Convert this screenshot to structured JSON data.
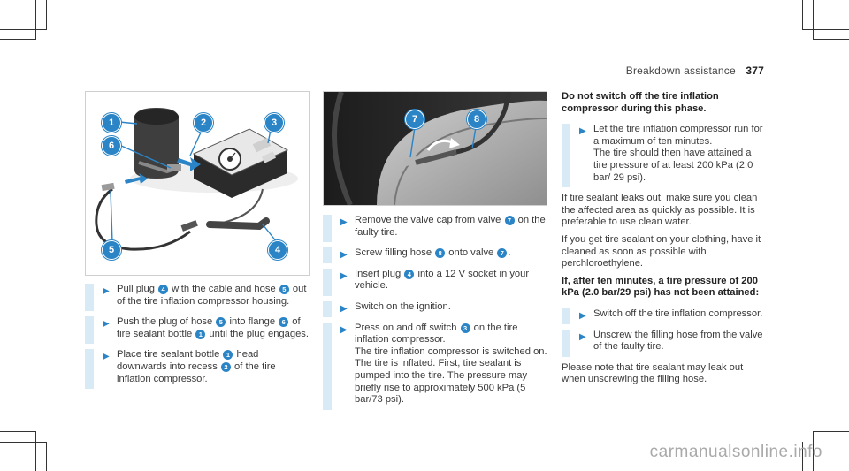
{
  "header": {
    "section": "Breakdown assistance",
    "page": "377"
  },
  "figure1": {
    "callouts": [
      "1",
      "2",
      "3",
      "6",
      "5",
      "4"
    ]
  },
  "figure2": {
    "callouts": [
      "7",
      "8"
    ]
  },
  "col1": {
    "s1": {
      "a": "Pull plug ",
      "b1": "4",
      "b": " with the cable and hose ",
      "b2": "5",
      "c": " out of the tire inflation compressor housing."
    },
    "s2": {
      "a": "Push the plug of hose ",
      "b1": "5",
      "b": " into flange ",
      "b2": "6",
      "c": " of tire sealant bottle ",
      "b3": "1",
      "d": " until the plug engages."
    },
    "s3": {
      "a": "Place tire sealant bottle ",
      "b1": "1",
      "b": " head downwards into recess ",
      "b2": "2",
      "c": " of the tire inflation compressor."
    }
  },
  "col2": {
    "s1": {
      "a": "Remove the valve cap from valve ",
      "b1": "7",
      "b": " on the faulty tire."
    },
    "s2": {
      "a": "Screw filling hose ",
      "b1": "8",
      "b": " onto valve ",
      "b2": "7",
      "c": "."
    },
    "s3": {
      "a": "Insert plug ",
      "b1": "4",
      "b": " into a 12 V socket in your vehicle."
    },
    "s4": {
      "a": "Switch on the ignition."
    },
    "s5": {
      "a": "Press on and off switch ",
      "b1": "3",
      "b": " on the tire inflation compressor.",
      "c": "The tire inflation compressor is switched on. The tire is inflated. First, tire sealant is pumped into the tire. The pressure may briefly rise to approximately 500 kPa (5 bar/73 psi)."
    }
  },
  "col3": {
    "warn": "Do not switch off the tire inflation compressor during this phase.",
    "s1": {
      "a": "Let the tire inflation compressor run for a maximum of ten minutes.",
      "b": "The tire should then have attained a tire pressure of at least 200 kPa (2.0 bar/ 29 psi)."
    },
    "p1": "If tire sealant leaks out, make sure you clean the affected area as quickly as possible. It is preferable to use clean water.",
    "p2": "If you get tire sealant on your clothing, have it cleaned as soon as possible with perchloroethylene.",
    "subhead": "If, after ten minutes, a tire pressure of 200 kPa (2.0 bar/29 psi) has not been attained:",
    "s2": {
      "a": "Switch off the tire inflation compressor."
    },
    "s3": {
      "a": "Unscrew the filling hose from the valve of the faulty tire."
    },
    "p3": "Please note that tire sealant may leak out when unscrewing the filling hose."
  },
  "watermark": "carmanualsonline.info",
  "colors": {
    "accent": "#2a84c6",
    "bar": "#d9eaf7"
  }
}
